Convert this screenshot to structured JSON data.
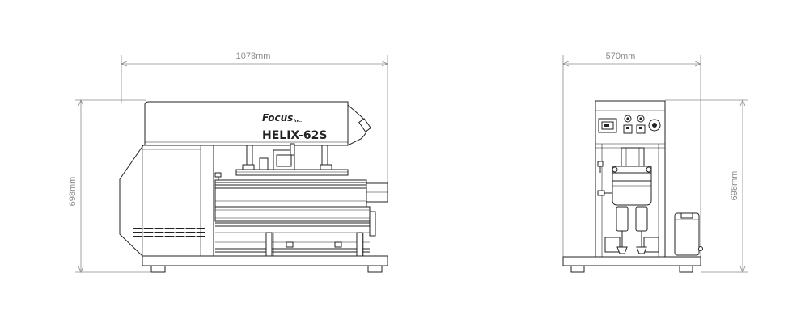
{
  "dimensions": {
    "front_width": "1078mm",
    "front_height": "698mm",
    "side_width": "570mm",
    "side_height": "698mm"
  },
  "machine": {
    "brand": "Focus",
    "brand_suffix": "inc.",
    "model": "HELIX-62S"
  }
}
